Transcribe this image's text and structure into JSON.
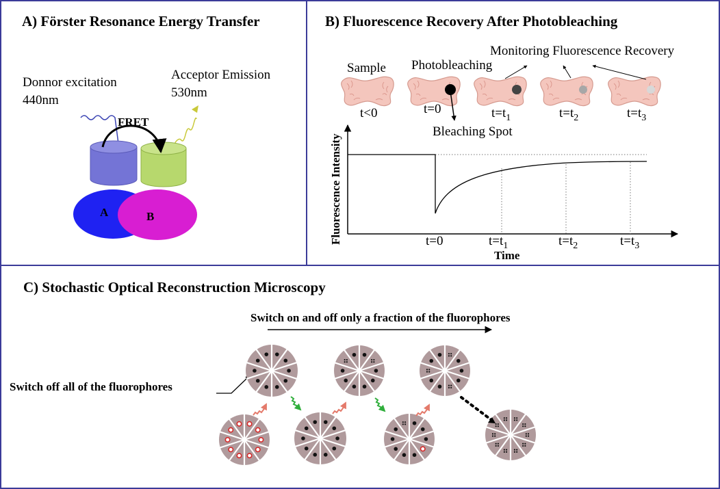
{
  "panels": {
    "a": {
      "title": "A) Förster Resonance Energy Transfer",
      "donor_line1": "Donnor excitation",
      "donor_line2": "440nm",
      "acceptor_line1": "Acceptor Emission",
      "acceptor_line2": "530nm",
      "fret_label": "FRET",
      "label_a": "A",
      "label_b": "B",
      "colors": {
        "donor": "#7474d6",
        "acceptor": "#b7d86d",
        "ellipse_a": "#1f22f2",
        "ellipse_b": "#d81ed2"
      }
    },
    "b": {
      "title": "B) Fluorescence Recovery After Photobleaching",
      "sample_label": "Sample",
      "photobleaching_label": "Photobleaching",
      "monitoring_label": "Monitoring Fluorescence Recovery",
      "bleaching_spot_label": "Bleaching Spot",
      "ylabel": "Fluorescence Intensity",
      "xlabel": "Time",
      "stage_labels": [
        {
          "base": "t<0",
          "sub": ""
        },
        {
          "base": "t=0",
          "sub": ""
        },
        {
          "base": "t=t",
          "sub": "1"
        },
        {
          "base": "t=t",
          "sub": "2"
        },
        {
          "base": "t=t",
          "sub": "3"
        }
      ],
      "tick_labels": [
        {
          "base": "t=0",
          "sub": ""
        },
        {
          "base": "t=t",
          "sub": "1"
        },
        {
          "base": "t=t",
          "sub": "2"
        },
        {
          "base": "t=t",
          "sub": "3"
        }
      ]
    },
    "c": {
      "title": "C) Stochastic Optical Reconstruction Microscopy",
      "switch_on_label": "Switch on and off only a fraction of the fluorophores",
      "switch_off_label": "Switch off all of the fluorophores"
    }
  }
}
